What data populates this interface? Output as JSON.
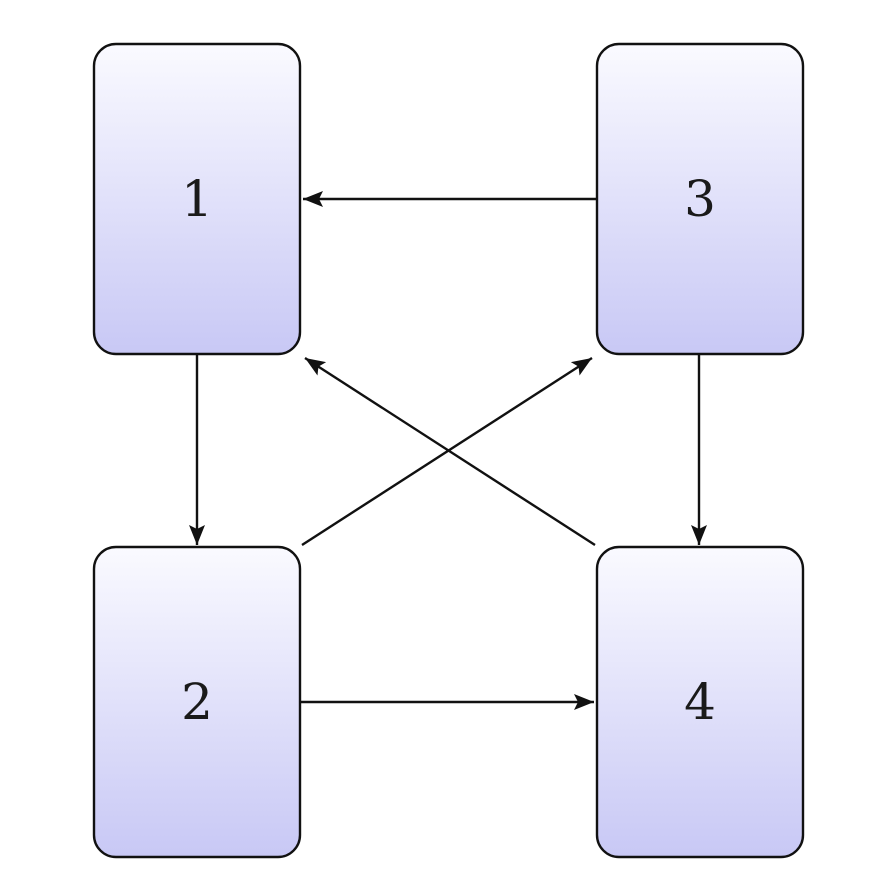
{
  "nodes": [
    {
      "id": "1",
      "label": "1"
    },
    {
      "id": "2",
      "label": "2"
    },
    {
      "id": "3",
      "label": "3"
    },
    {
      "id": "4",
      "label": "4"
    }
  ],
  "edges": [
    {
      "from": "1",
      "to": "2"
    },
    {
      "from": "3",
      "to": "1"
    },
    {
      "from": "3",
      "to": "4"
    },
    {
      "from": "2",
      "to": "4"
    },
    {
      "from": "2",
      "to": "3"
    },
    {
      "from": "4",
      "to": "1"
    }
  ],
  "colors": {
    "node_fill_top": "#fafaff",
    "node_fill_bottom": "#c8c8f5",
    "stroke": "#111111",
    "background": "#ffffff"
  }
}
